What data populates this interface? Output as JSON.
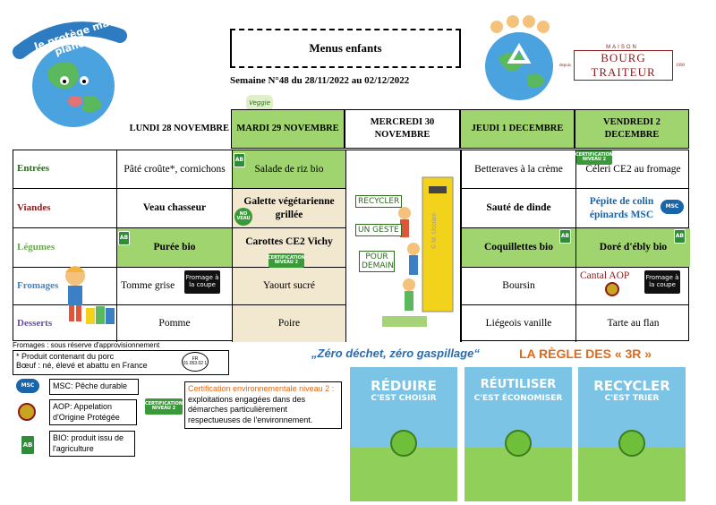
{
  "header": {
    "title": "Menus enfants",
    "week": "Semaine   N°48   du 28/11/2022   au 02/12/2022",
    "logo_left_text": "Je protège ma planète",
    "brand_small": "MAISON",
    "brand_name": "BOURG TRAITEUR",
    "brand_depuis": "depuis",
    "brand_year": "1990",
    "veggie_label": "Veggie"
  },
  "days": [
    "LUNDI 28 NOVEMBRE",
    "MARDI 29 NOVEMBRE",
    "MERCREDI 30 NOVEMBRE",
    "JEUDI 1 DECEMBRE",
    "VENDREDI 2 DECEMBRE"
  ],
  "rows": [
    {
      "label": "Entrées",
      "color": "#2e6b1e",
      "cells": [
        "Pâté croûte*, cornichons",
        "Salade de riz bio",
        "",
        "Betteraves à la crème",
        "Céleri CE2 au fromage"
      ]
    },
    {
      "label": "Viandes",
      "color": "#8b1a1a",
      "cells": [
        "Veau chasseur",
        "Galette végétarienne grillée",
        "",
        "Sauté de dinde",
        "Pépite de colin épinards MSC"
      ]
    },
    {
      "label": "Légumes",
      "color": "#6aa84f",
      "cells": [
        "Purée bio",
        "Carottes CE2 Vichy",
        "",
        "Coquillettes bio",
        "Doré d'ébly bio"
      ]
    },
    {
      "label": "Fromages",
      "color": "#3d85c6",
      "cells": [
        "Tomme grise",
        "Yaourt sucré",
        "",
        "Boursin",
        "Cantal AOP"
      ]
    },
    {
      "label": "Desserts",
      "color": "#674ea7",
      "cells": [
        "Pomme",
        "Poire",
        "",
        "Liégeois vanille",
        "Tarte au flan"
      ]
    }
  ],
  "mercredi_image": {
    "words": [
      "RECYCLER",
      "UN GESTE",
      "POUR DEMAIN"
    ],
    "watermark": "© M. Ucciani"
  },
  "badges": {
    "ab": "AB",
    "niveau2": "CERTIFICATION NIVEAU 2",
    "msc": "MSC",
    "coupe": "Fromage à la coupe",
    "no_veau": "NO VEAU"
  },
  "notes": {
    "fromages": "Fromages : sous réserve d'approvisionnement",
    "porc": "* Produit contenant du porc",
    "boeuf": "Bœuf : né, élevé et abattu en France",
    "stamp": "FR 01.053.02 1"
  },
  "legend": {
    "msc": "MSC: Pêche durable",
    "aop": "AOP: Appelation d'Origine Protégée",
    "bio": "BIO: produit issu de l'agriculture",
    "cert_title": "Certification environnementale niveau 2 :",
    "cert_text": "exploitations engagées dans des démarches particulièrement respectueuses de l'environnement."
  },
  "slogan": {
    "zero": "„Zéro déchet, zéro gaspillage“",
    "regle": "LA RÈGLE DES « 3R »"
  },
  "posters": [
    {
      "title": "RÉDUIRE",
      "sub": "C'EST CHOISIR"
    },
    {
      "title": "RÉUTILISER",
      "sub": "C'EST ÉCONOMISER"
    },
    {
      "title": "RECYCLER",
      "sub": "C'EST TRIER"
    }
  ],
  "colors": {
    "green_cell": "#9fd46e",
    "beige_cell": "#f2e7cf",
    "slogan_blue": "#2b6cb0",
    "regle_orange": "#e06a1b",
    "brand_red": "#8b1a1a"
  }
}
